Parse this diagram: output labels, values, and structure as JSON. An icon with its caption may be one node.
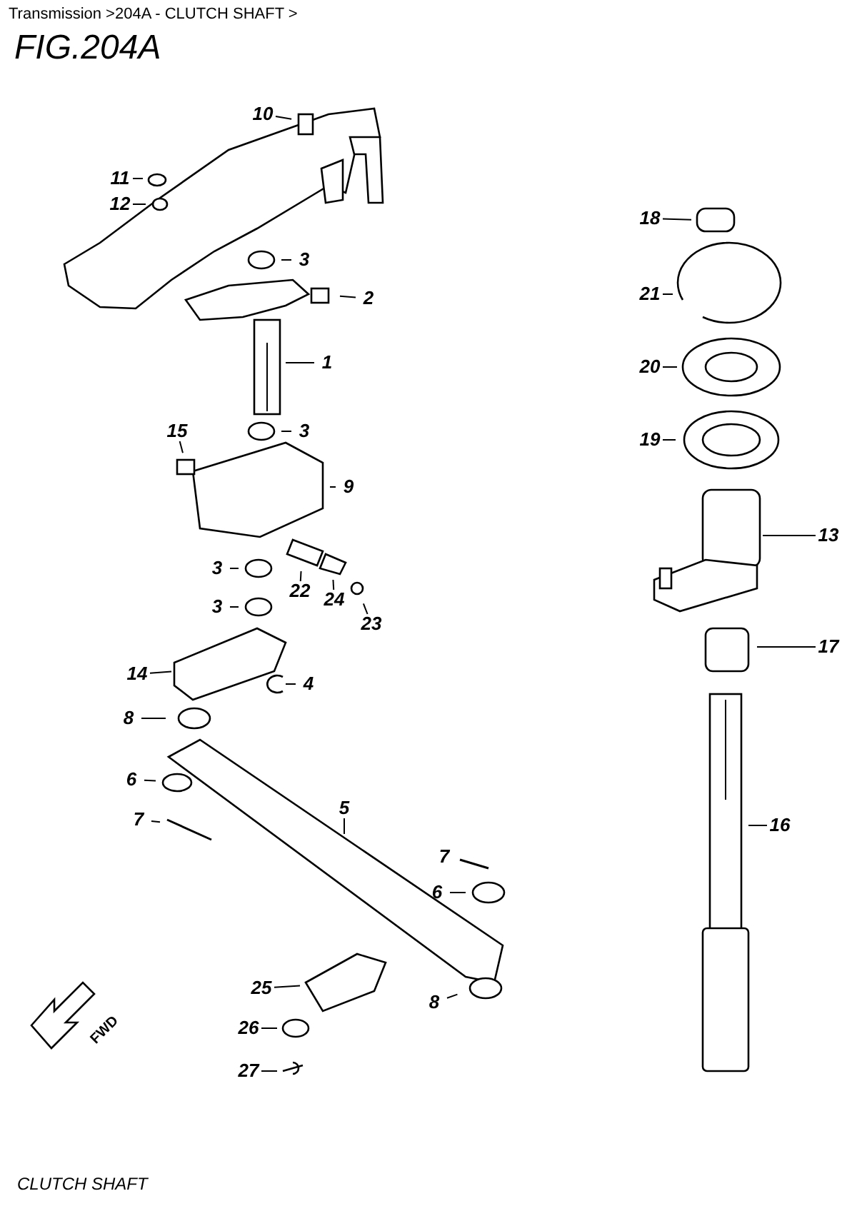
{
  "diagram": {
    "title": "FIG.204A",
    "caption": "CLUTCH SHAFT",
    "nodes": [
      {
        "text": [
          "10"
        ]
      },
      {
        "text": [
          "11"
        ]
      },
      {
        "text": [
          "12"
        ]
      },
      {
        "text": [
          "3"
        ]
      },
      {
        "text": [
          "2"
        ]
      },
      {
        "text": [
          "1"
        ]
      },
      {
        "text": [
          "15"
        ]
      },
      {
        "text": [
          "3"
        ]
      },
      {
        "text": [
          "9"
        ]
      },
      {
        "text": [
          "22"
        ]
      },
      {
        "text": [
          "24"
        ]
      },
      {
        "text": [
          "23"
        ]
      },
      {
        "text": [
          "3"
        ]
      },
      {
        "text": [
          "3"
        ]
      },
      {
        "text": [
          "14"
        ]
      },
      {
        "text": [
          "4"
        ]
      },
      {
        "text": [
          "8"
        ]
      },
      {
        "text": [
          "5"
        ]
      },
      {
        "text": [
          "6"
        ]
      },
      {
        "text": [
          "7"
        ]
      },
      {
        "text": [
          "7"
        ]
      },
      {
        "text": [
          "6"
        ]
      },
      {
        "text": [
          "8"
        ]
      },
      {
        "text": [
          "25"
        ]
      },
      {
        "text": [
          "26"
        ]
      },
      {
        "text": [
          "27"
        ]
      },
      {
        "text": [
          "18"
        ]
      },
      {
        "text": [
          "21"
        ]
      },
      {
        "text": [
          "20"
        ]
      },
      {
        "text": [
          "19"
        ]
      },
      {
        "text": [
          "13"
        ]
      },
      {
        "text": [
          "17"
        ]
      },
      {
        "text": [
          "16"
        ]
      }
    ],
    "edges": [
      {
        "from": 0,
        "to": null,
        "arrow": "none"
      },
      {
        "from": 1,
        "to": null,
        "arrow": "none"
      },
      {
        "from": 2,
        "to": null,
        "arrow": "none"
      },
      {
        "from": 3,
        "to": null,
        "arrow": "none"
      },
      {
        "from": 4,
        "to": null,
        "arrow": "none"
      },
      {
        "from": 5,
        "to": null,
        "arrow": "none"
      },
      {
        "from": 6,
        "to": null,
        "arrow": "none"
      },
      {
        "from": 7,
        "to": null,
        "arrow": "none"
      },
      {
        "from": 8,
        "to": null,
        "arrow": "none"
      },
      {
        "from": 9,
        "to": null,
        "arrow": "none"
      },
      {
        "from": 10,
        "to": null,
        "arrow": "none"
      },
      {
        "from": 11,
        "to": null,
        "arrow": "none"
      },
      {
        "from": 12,
        "to": null,
        "arrow": "none"
      },
      {
        "from": 13,
        "to": null,
        "arrow": "none"
      },
      {
        "from": 14,
        "to": null,
        "arrow": "none"
      },
      {
        "from": 15,
        "to": null,
        "arrow": "none"
      },
      {
        "from": 16,
        "to": null,
        "arrow": "none"
      },
      {
        "from": 17,
        "to": null,
        "arrow": "none"
      },
      {
        "from": 18,
        "to": null,
        "arrow": "none"
      },
      {
        "from": 19,
        "to": null,
        "arrow": "none"
      },
      {
        "from": 20,
        "to": null,
        "arrow": "none"
      },
      {
        "from": 21,
        "to": null,
        "arrow": "none"
      },
      {
        "from": 22,
        "to": null,
        "arrow": "none"
      },
      {
        "from": 23,
        "to": null,
        "arrow": "none"
      },
      {
        "from": 24,
        "to": null,
        "arrow": "none"
      },
      {
        "from": 25,
        "to": null,
        "arrow": "none"
      },
      {
        "from": 26,
        "to": null,
        "arrow": "none"
      },
      {
        "from": 27,
        "to": null,
        "arrow": "none"
      },
      {
        "from": 28,
        "to": null,
        "arrow": "none"
      },
      {
        "from": 29,
        "to": null,
        "arrow": "none"
      },
      {
        "from": 30,
        "to": null,
        "arrow": "none"
      },
      {
        "from": 31,
        "to": null,
        "arrow": "none"
      },
      {
        "from": 32,
        "to": null,
        "arrow": "none"
      }
    ],
    "labels": [
      "Transmission >204A - CLUTCH SHAFT >",
      "FWD"
    ]
  }
}
